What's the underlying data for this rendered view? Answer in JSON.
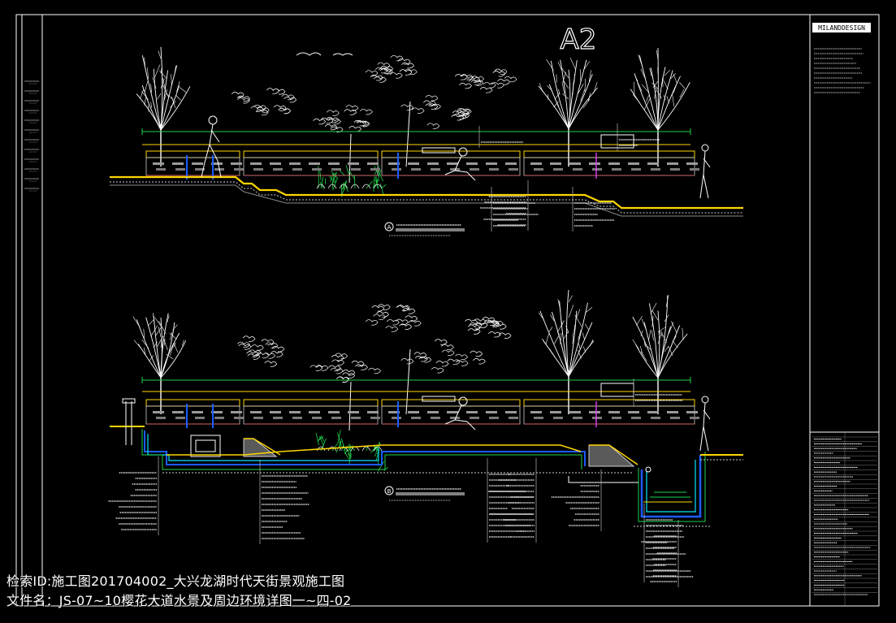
{
  "sheet": {
    "sheet_no": "A2",
    "brand": "MILANDDESIGN",
    "colors": {
      "background": "#000000",
      "frame": "#ffffff",
      "ground": "#ffd600",
      "structure": "#cfcfcf",
      "water": "#1c5cff",
      "cyan": "#00e5ff",
      "green": "#21d24a",
      "magenta": "#e040fb",
      "red": "#ff2a2a",
      "leader": "#b8b8b8"
    },
    "section_a": {
      "badge": "A"
    },
    "section_b": {
      "badge": "B"
    }
  },
  "caption": {
    "line1": "检索ID:施工图201704002_大兴龙湖时代天街景观施工图",
    "line2": "文件名：JS-07~10樱花大道水景及周边环境详图一~四-02"
  }
}
